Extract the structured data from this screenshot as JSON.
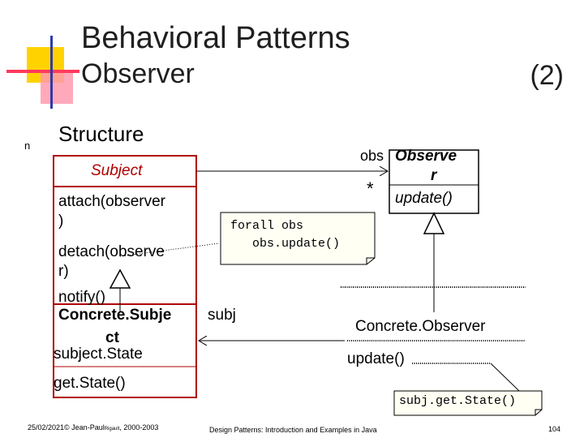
{
  "header": {
    "title": "Behavioral Patterns",
    "subtitle": "Observer",
    "number": "(2)"
  },
  "bullet": {
    "symbol": "n",
    "text": "Structure"
  },
  "subject_class": {
    "name": "Subject",
    "ops": [
      "attach(observer",
      ")",
      "detach(observe",
      "r)",
      "notify()"
    ]
  },
  "concrete_subject": {
    "name_line1": "Concrete.Subje",
    "name_line2": "ct",
    "attr": "subject.State",
    "op": "get.State()"
  },
  "observer_class": {
    "name_line1": "Observe",
    "name_line2": "r",
    "op": "update()"
  },
  "concrete_observer": {
    "name": "Concrete.Observer",
    "op": "update()"
  },
  "labels": {
    "obs": "obs",
    "multiplicity": "*",
    "subj": "subj"
  },
  "notes": {
    "notify_line1": "forall obs",
    "notify_line2": "   obs.update()",
    "update": "subj.get.State()"
  },
  "footer": {
    "left": "25/02/2021© Jean-Paul",
    "left_small": "Rigault",
    "left_tail": ", 2000-2003",
    "center": "Design Patterns: Introduction and Examples in Java",
    "page": "104"
  },
  "colors": {
    "red": "#b00000",
    "yellow": "#ffd200",
    "pink": "#ff4f74",
    "blue": "#2e3aa8"
  }
}
